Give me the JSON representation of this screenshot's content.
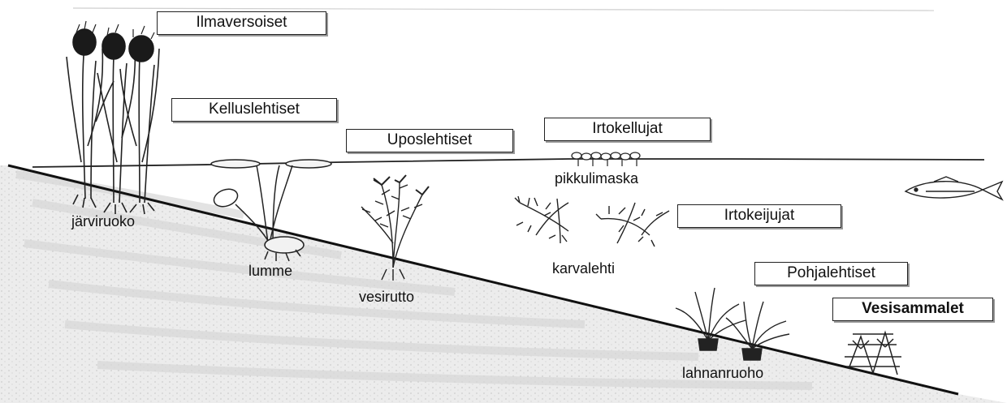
{
  "groups": {
    "ilmaversoiset": "Ilmaversoiset",
    "kelluslehtiset": "Kelluslehtiset",
    "uposlehtiset": "Uposlehtiset",
    "irtokellujat": "Irtokellujat",
    "irtokeijujat": "Irtokeijujat",
    "pohjalehtiset": "Pohjalehtiset",
    "vesisammalet": "Vesisammalet"
  },
  "plants": {
    "jarviruoko": "järviruoko",
    "lumme": "lumme",
    "vesirutto": "vesirutto",
    "pikkulimaska": "pikkulimaska",
    "karvalehti": "karvalehti",
    "lahnanruoho": "lahnanruoho"
  }
}
